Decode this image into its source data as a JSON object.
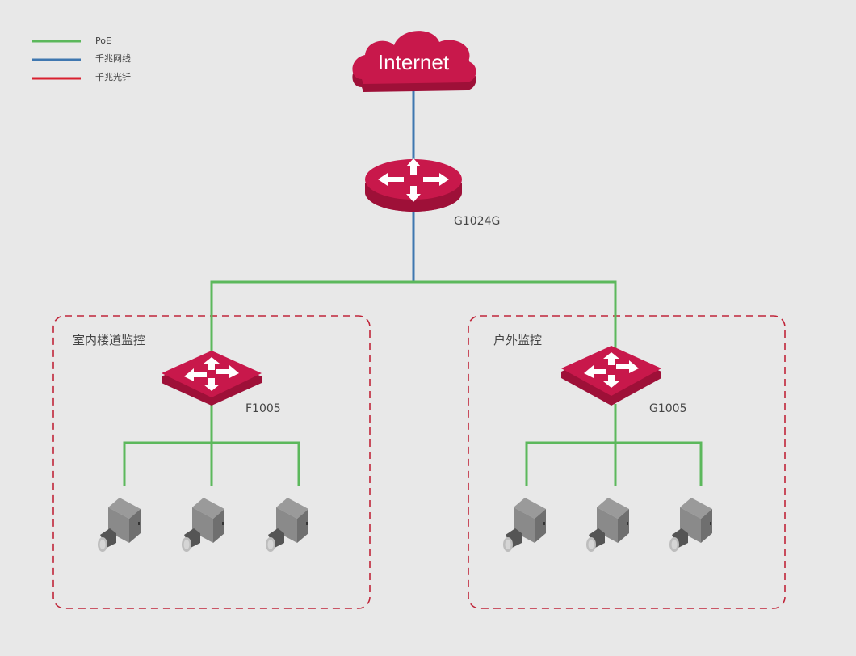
{
  "legend": [
    {
      "label": "PoE",
      "color": "#5cb85c"
    },
    {
      "label": "千兆网线",
      "color": "#3f77b0"
    },
    {
      "label": "千兆光钎",
      "color": "#d9202f"
    }
  ],
  "colors": {
    "poe": "#5cb85c",
    "ethernet": "#3f77b0",
    "fiber": "#d9202f",
    "device_red": "#c8184b",
    "device_red_dark": "#9e1038",
    "zone_border": "#c0263a",
    "background": "#e8e8e8"
  },
  "nodes": {
    "internet": {
      "label": "Internet",
      "icon": "cloud-icon"
    },
    "core_switch": {
      "label": "G1024G",
      "icon": "router-icon"
    }
  },
  "zones": [
    {
      "title": "室内楼道监控",
      "switch_label": "F1005",
      "cameras": 3
    },
    {
      "title": "户外监控",
      "switch_label": "G1005",
      "cameras": 3
    }
  ]
}
